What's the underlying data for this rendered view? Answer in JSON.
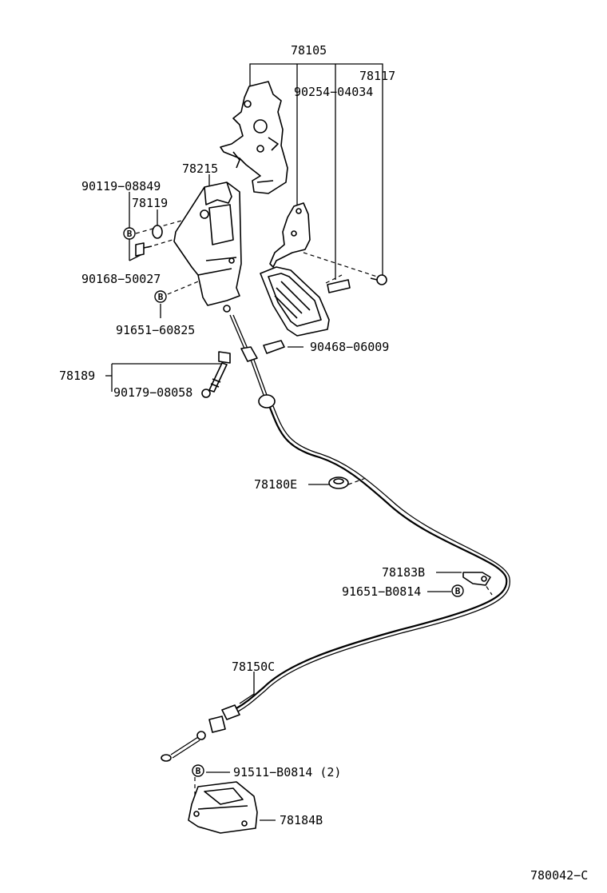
{
  "parts": {
    "p78105": "78105",
    "p78117": "78117",
    "p90254": "90254−04034",
    "p78215": "78215",
    "p90119": "90119−08849",
    "p78119": "78119",
    "p90168": "90168−50027",
    "p91651a": "91651−60825",
    "p90468": "90468−06009",
    "p78189": "78189",
    "p90179": "90179−08058",
    "p78180E": "78180E",
    "p78183B": "78183B",
    "p91651b": "91651−B0814",
    "p78150C": "78150C",
    "p91511": "91511−B0814 (2)",
    "p78184B": "78184B"
  },
  "bolt_marker": "B",
  "diagram_code": "780042−C"
}
